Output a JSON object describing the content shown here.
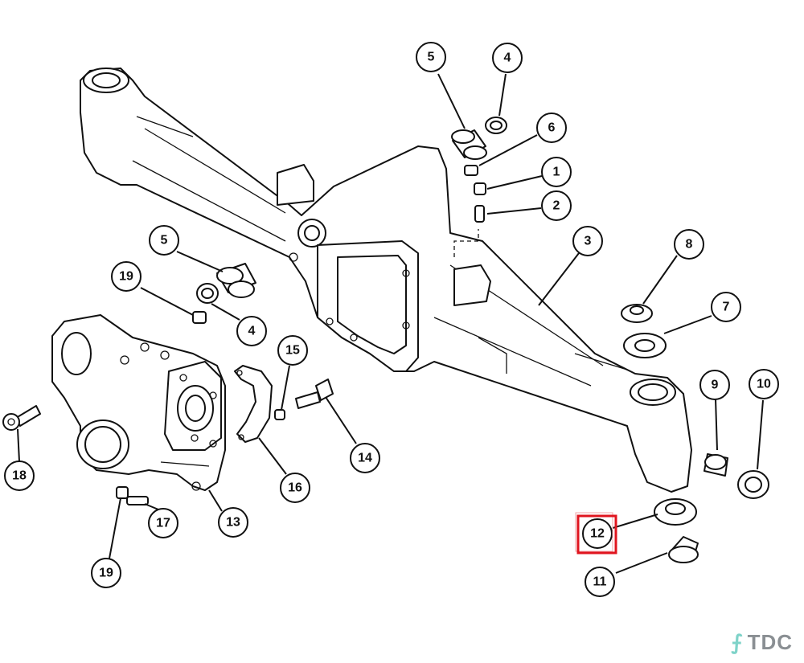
{
  "callouts": [
    {
      "id": "c-5-top",
      "label": "5"
    },
    {
      "id": "c-4-top",
      "label": "4"
    },
    {
      "id": "c-6",
      "label": "6"
    },
    {
      "id": "c-1",
      "label": "1"
    },
    {
      "id": "c-2",
      "label": "2"
    },
    {
      "id": "c-3",
      "label": "3"
    },
    {
      "id": "c-8",
      "label": "8"
    },
    {
      "id": "c-7",
      "label": "7"
    },
    {
      "id": "c-9",
      "label": "9"
    },
    {
      "id": "c-10",
      "label": "10"
    },
    {
      "id": "c-5-left",
      "label": "5"
    },
    {
      "id": "c-19-top",
      "label": "19"
    },
    {
      "id": "c-4-left",
      "label": "4"
    },
    {
      "id": "c-15",
      "label": "15"
    },
    {
      "id": "c-14",
      "label": "14"
    },
    {
      "id": "c-16",
      "label": "16"
    },
    {
      "id": "c-18",
      "label": "18"
    },
    {
      "id": "c-17",
      "label": "17"
    },
    {
      "id": "c-13",
      "label": "13"
    },
    {
      "id": "c-19-bot",
      "label": "19"
    },
    {
      "id": "c-12",
      "label": "12"
    },
    {
      "id": "c-11",
      "label": "11"
    }
  ],
  "highlight": {
    "target": "12",
    "color": "#e0141e"
  },
  "logo": {
    "text": "TDC",
    "icon": "tdc-logo-icon",
    "colors": {
      "mark": "#7fd3c9",
      "text": "#8a8f93"
    }
  }
}
